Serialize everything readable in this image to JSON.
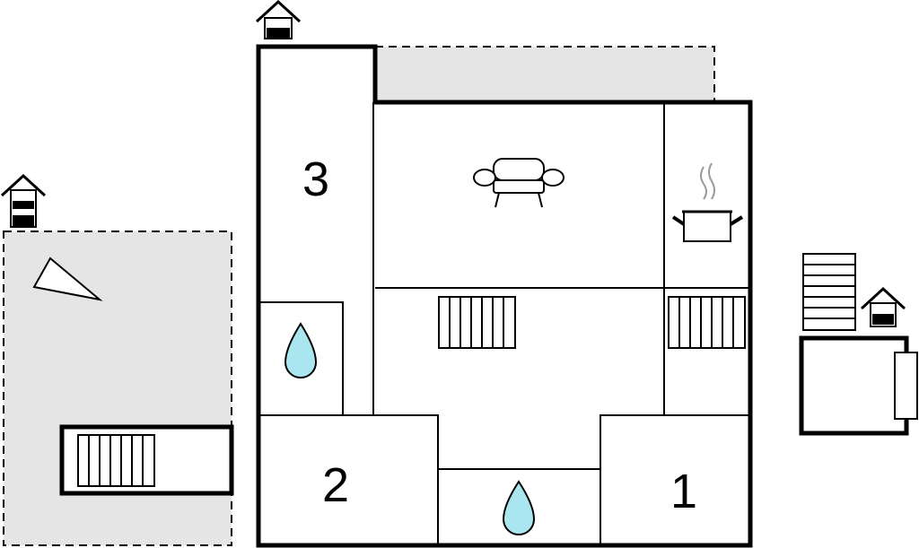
{
  "rooms": {
    "room_1": "1",
    "room_2": "2",
    "room_3": "3"
  },
  "icons": {
    "sofa": "sofa-icon",
    "pot": "cooking-pot-icon",
    "water": "water-drop-icon",
    "radiator": "radiator-icon",
    "sauna_hut": "outbuilding-icon",
    "stairs": "stairs-icon",
    "sun_lounger": "lounger-icon"
  },
  "colors": {
    "water": "#a9e6ef",
    "outdoor": "#e5e5e5",
    "wall": "#000000"
  }
}
